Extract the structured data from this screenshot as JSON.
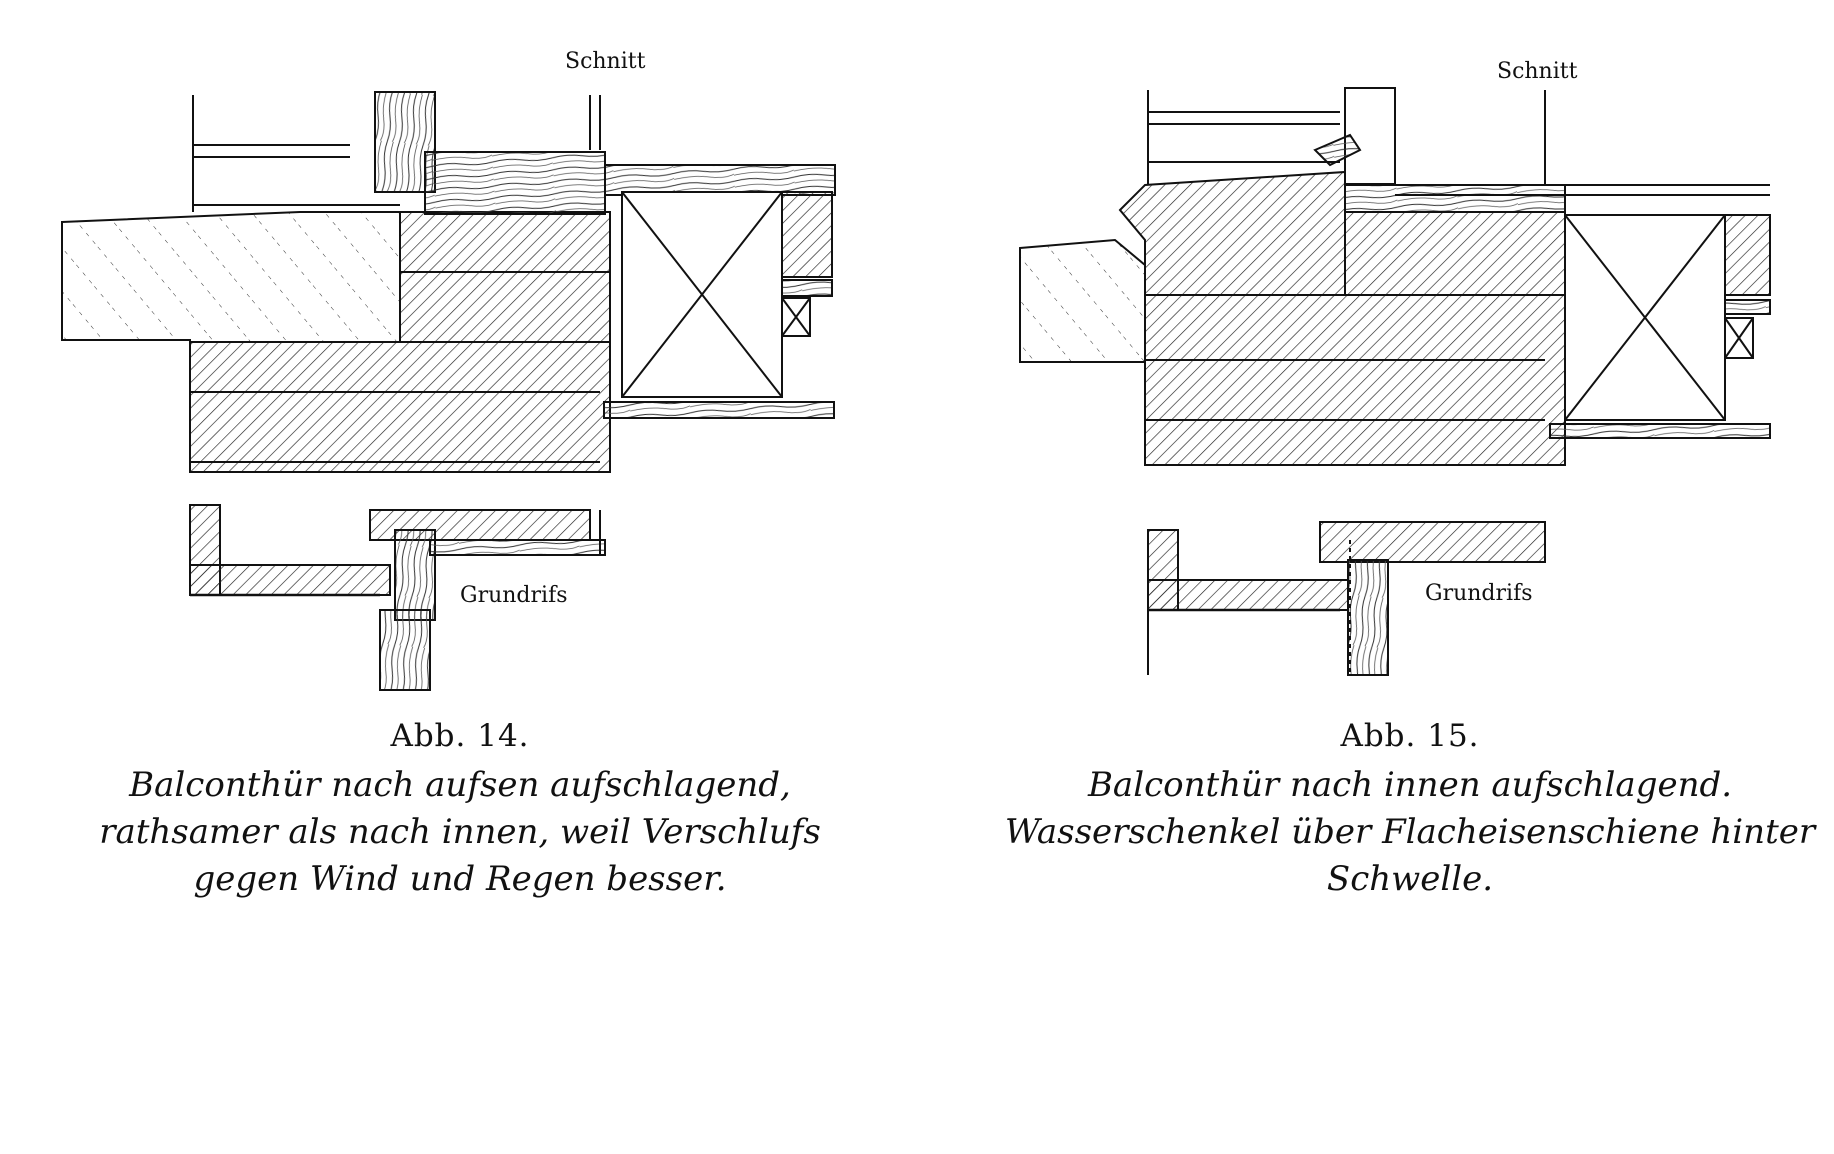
{
  "figures": [
    {
      "section_label": "Schnitt",
      "plan_label": "Grundrifs",
      "number": "Abb. 14.",
      "caption_lines": [
        "Balconthür nach aufsen aufschlagend,",
        "rathsamer als nach innen, weil Verschlufs",
        "gegen Wind und Regen besser."
      ]
    },
    {
      "section_label": "Schnitt",
      "plan_label": "Grundrifs",
      "number": "Abb. 15.",
      "caption_lines": [
        "Balconthür nach innen aufschlagend.",
        "Wasserschenkel über Flacheisenschiene hinter",
        "Schwelle."
      ]
    }
  ]
}
